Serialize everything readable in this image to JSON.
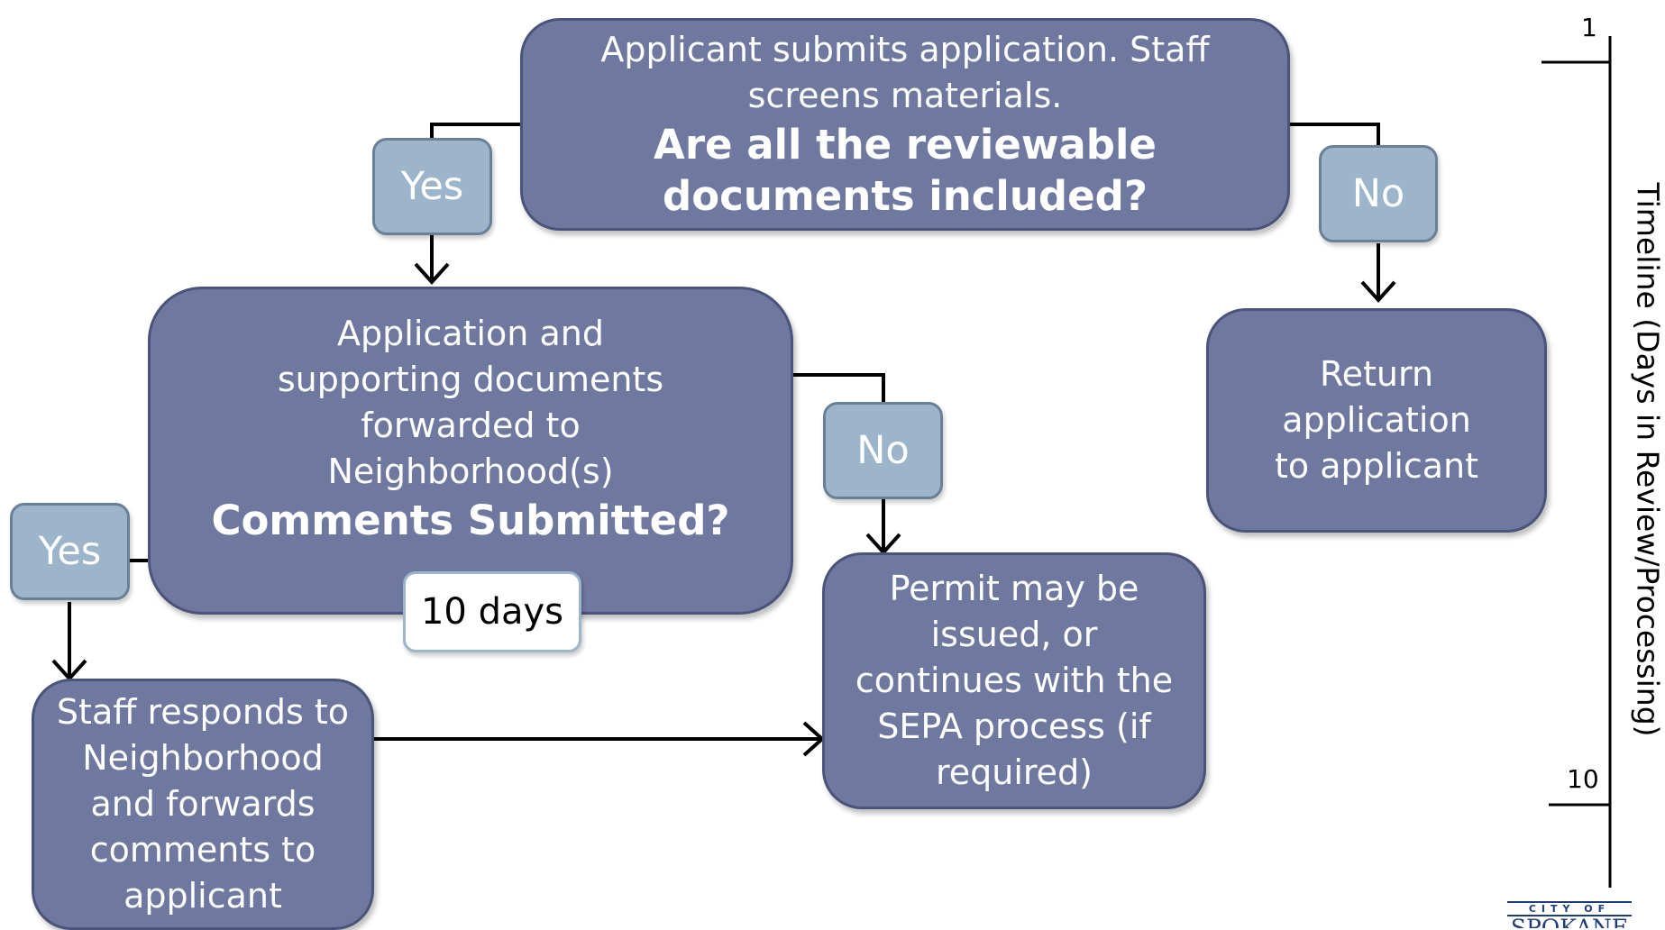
{
  "top_box": {
    "line1": "Applicant submits application. Staff screens materials.",
    "question": "Are all the reviewable documents included?"
  },
  "yes_top": "Yes",
  "no_top": "No",
  "neighborhood_box": {
    "line1": "Application and supporting documents forwarded to Neighborhood(s)",
    "question": "Comments Submitted?"
  },
  "no_middle": "No",
  "yes_left": "Yes",
  "duration": "10 days",
  "return_box": "Return application to applicant",
  "permit_box": "Permit may be issued, or continues with the SEPA process (if required)",
  "staff_box": "Staff responds to Neighborhood and forwards comments to applicant",
  "timeline": {
    "label": "Timeline (Days in Review/Processing)",
    "start_tick": "1",
    "end_tick": "10"
  },
  "logo": {
    "small": "CITY OF",
    "big": "SPOKANE"
  },
  "colors": {
    "box_fill": "#6f789f",
    "tag_fill": "#9db5cb",
    "star": "#e6a896"
  }
}
